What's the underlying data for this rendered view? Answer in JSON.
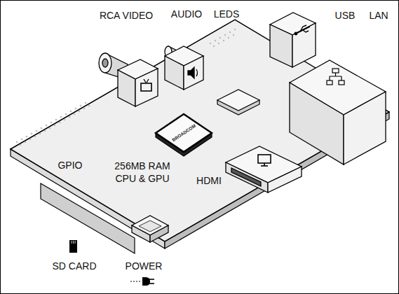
{
  "diagram": {
    "labels": [
      "RCA VIDEO",
      "AUDIO",
      "LEDS",
      "USB",
      "LAN",
      "BROADCOM",
      "GPIO",
      "256MB RAM CPU & GPU",
      "HDMI",
      "SD CARD",
      "POWER"
    ]
  }
}
